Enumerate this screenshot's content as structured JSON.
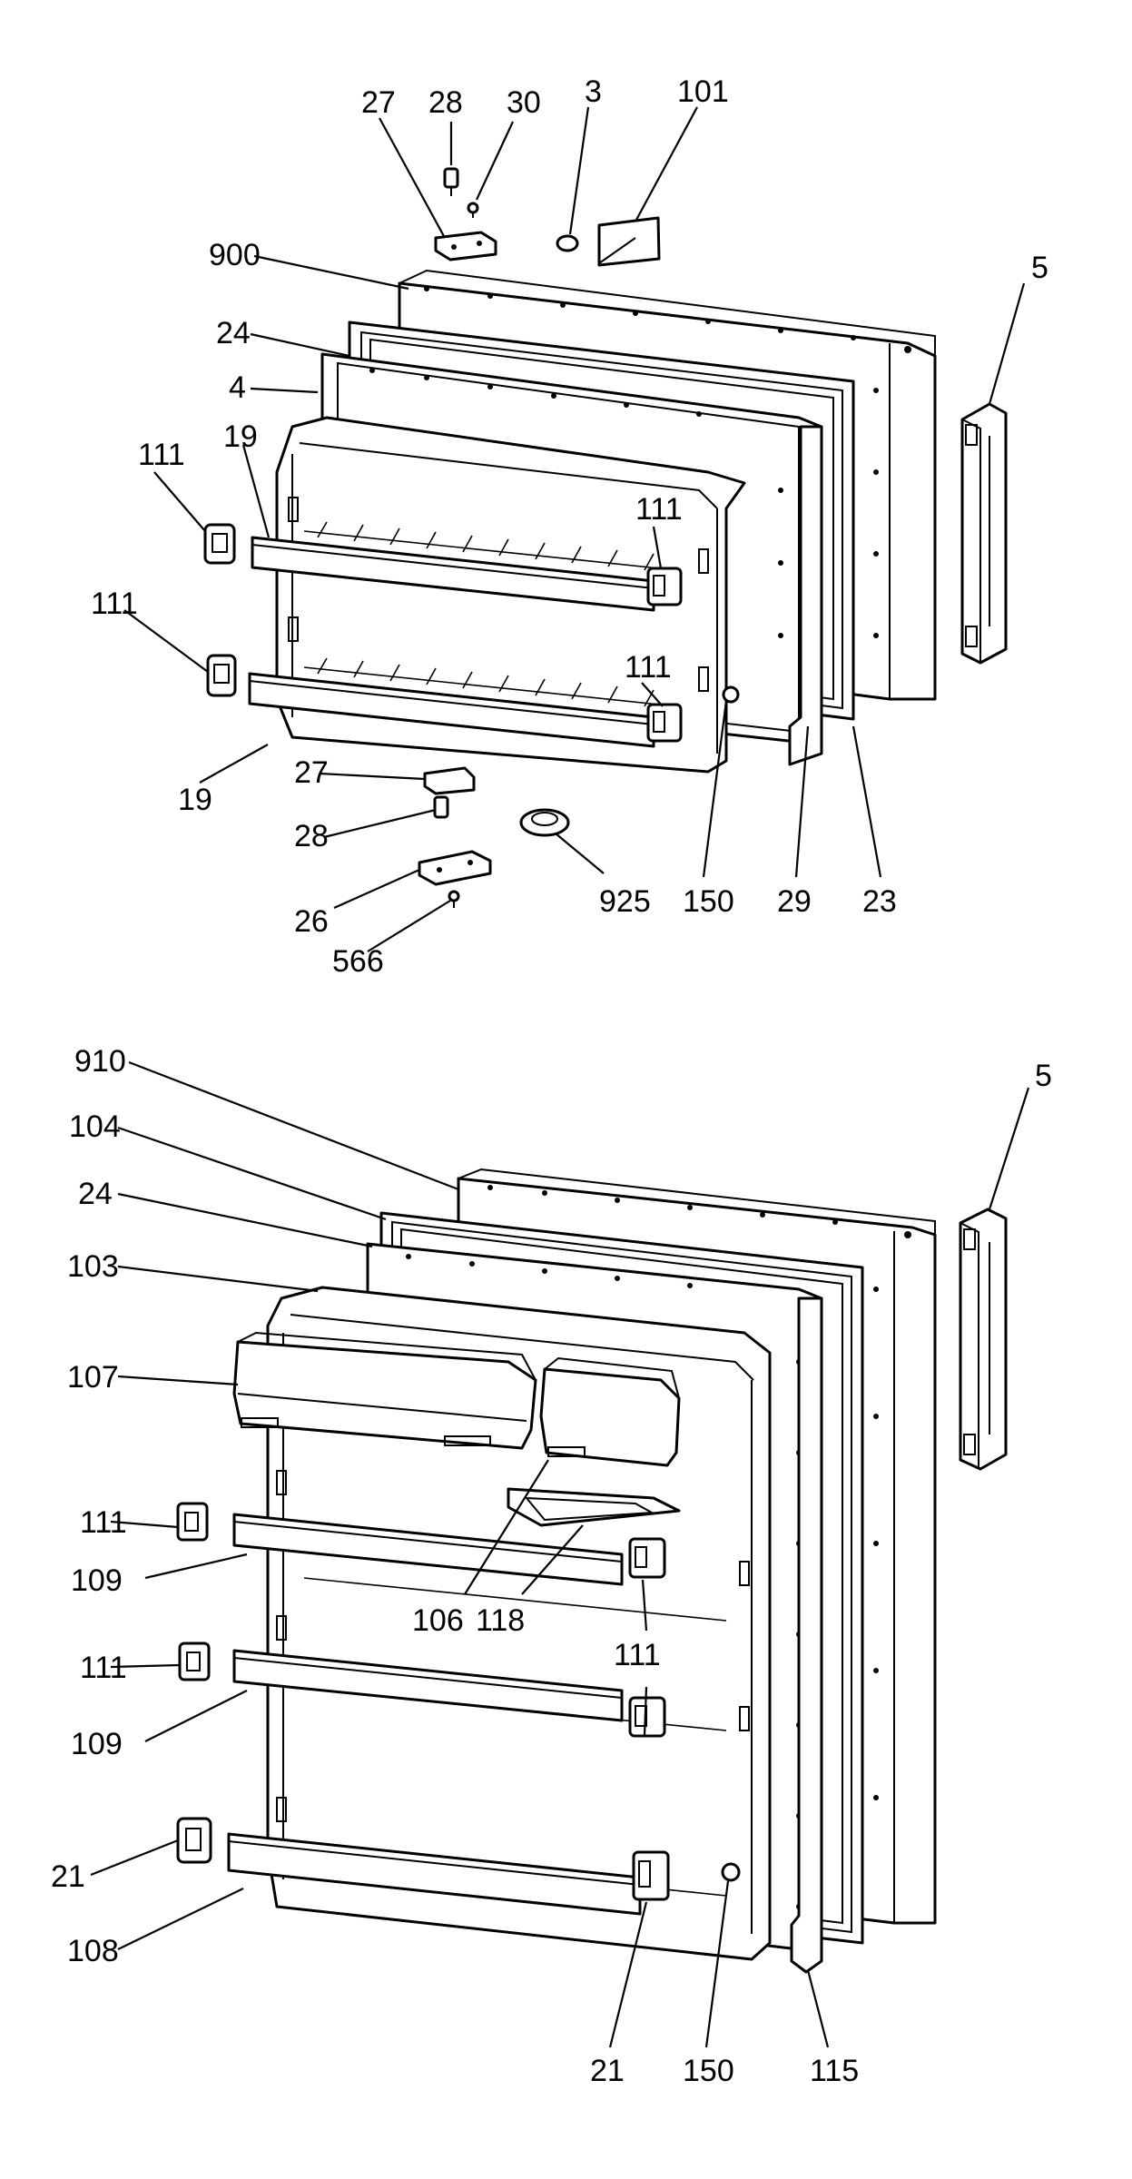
{
  "upper_assembly": {
    "labels": {
      "l27": "27",
      "l28": "28",
      "l30": "30",
      "l3": "3",
      "l101": "101",
      "l900": "900",
      "l5": "5",
      "l24": "24",
      "l4": "4",
      "l111a": "111",
      "l19a": "19",
      "l111b": "111",
      "l111c": "111",
      "l111d": "111",
      "l19b": "19",
      "l27b": "27",
      "l28b": "28",
      "l26": "26",
      "l566": "566",
      "l925": "925",
      "l150": "150",
      "l29": "29",
      "l23": "23"
    }
  },
  "lower_assembly": {
    "labels": {
      "l910": "910",
      "l5": "5",
      "l104": "104",
      "l24": "24",
      "l103": "103",
      "l107": "107",
      "l111a": "111",
      "l109a": "109",
      "l106": "106",
      "l118": "118",
      "l111b": "111",
      "l111c": "111",
      "l109b": "109",
      "l21a": "21",
      "l108": "108",
      "l21b": "21",
      "l150": "150",
      "l115": "115"
    }
  }
}
